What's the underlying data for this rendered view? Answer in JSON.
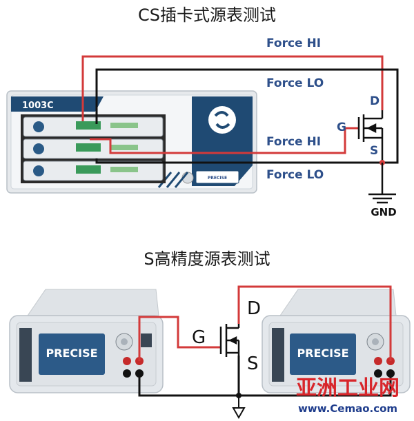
{
  "titles": {
    "top": "CS插卡式源表测试",
    "bottom": "S高精度源表测试"
  },
  "top_diagram": {
    "rack_model": "1003C",
    "rack_brand": "PRECISE",
    "wire_labels": {
      "force_hi_1": "Force HI",
      "force_lo_1": "Force LO",
      "force_hi_2": "Force HI",
      "force_lo_2": "Force LO"
    },
    "pins": {
      "drain": "D",
      "gate": "G",
      "source": "S"
    },
    "ground": "GND"
  },
  "bottom_diagram": {
    "instrument_brand": "PRECISE",
    "pins": {
      "drain": "D",
      "gate": "G",
      "source": "S"
    }
  },
  "watermark": {
    "chinese": "亚洲工业网",
    "url": "www.Cemao.com"
  },
  "colors": {
    "hi_wire": "#d33a3a",
    "lo_wire": "#111111",
    "label_blue": "#2d4f8a",
    "rack_accent": "#1f4a73"
  }
}
